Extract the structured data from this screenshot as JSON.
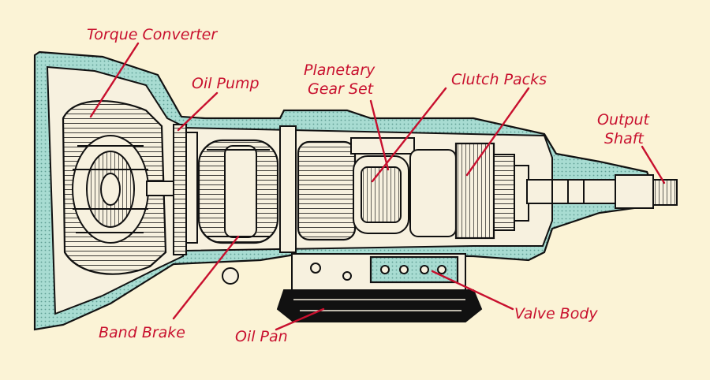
{
  "colors": {
    "background": "#fbf3d6",
    "label": "#c8102e",
    "housing": "#a8dcd2",
    "ink": "#111111"
  },
  "labels": {
    "torque_converter": "Torque Converter",
    "oil_pump": "Oil Pump",
    "planetary_line1": "Planetary",
    "planetary_line2": "Gear Set",
    "clutch_packs": "Clutch Packs",
    "output_line1": "Output",
    "output_line2": "Shaft",
    "band_brake": "Band Brake",
    "oil_pan": "Oil Pan",
    "valve_body": "Valve Body"
  }
}
